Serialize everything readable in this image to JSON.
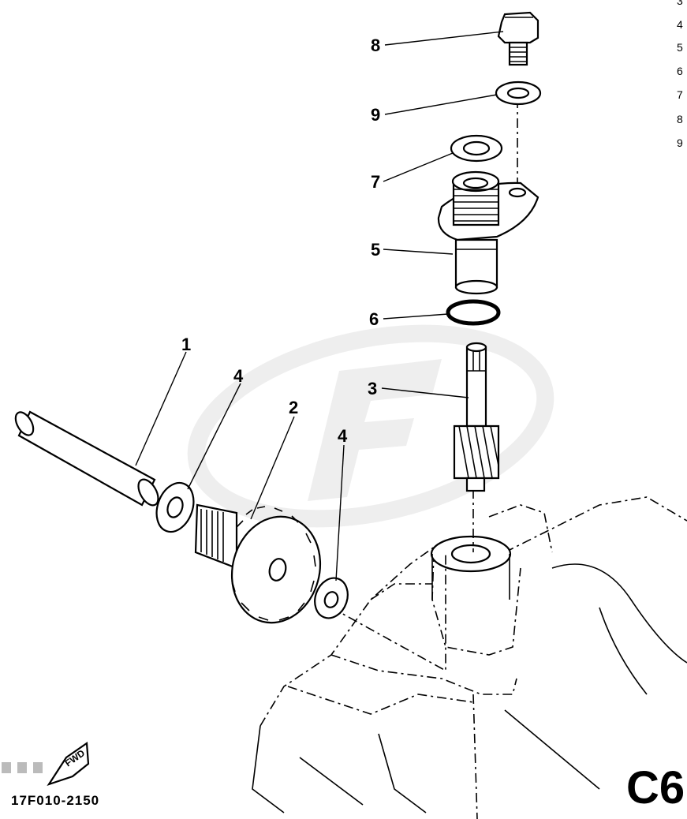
{
  "callouts": {
    "c8": "8",
    "c9": "9",
    "c7": "7",
    "c5": "5",
    "c6": "6",
    "c3": "3",
    "c1": "1",
    "c4a": "4",
    "c2": "2",
    "c4b": "4"
  },
  "legend_numbers": [
    "3",
    "4",
    "5",
    "6",
    "7",
    "8",
    "9"
  ],
  "diagram_code": "17F010-2150",
  "section_label": "C6",
  "fwd_label": "FWD",
  "colors": {
    "line": "#000000",
    "background": "#ffffff",
    "watermark": "#d9d9d9"
  }
}
